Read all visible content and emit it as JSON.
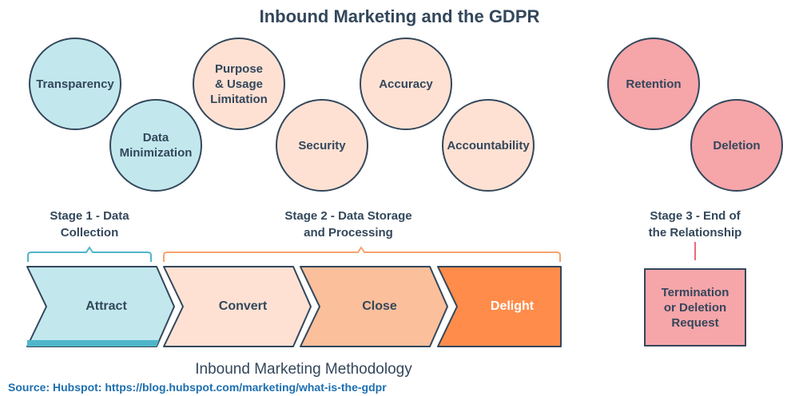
{
  "title": "Inbound Marketing and the GDPR",
  "principles": [
    {
      "label": "Transparency"
    },
    {
      "label": "Data\nMinimization"
    },
    {
      "label": "Purpose\n& Usage\nLimitation"
    },
    {
      "label": "Security"
    },
    {
      "label": "Accuracy"
    },
    {
      "label": "Accountability"
    },
    {
      "label": "Retention"
    },
    {
      "label": "Deletion"
    }
  ],
  "stages": [
    {
      "label": "Stage 1 - Data\nCollection"
    },
    {
      "label": "Stage 2 - Data Storage\nand Processing"
    },
    {
      "label": "Stage 3 - End of\nthe Relationship"
    }
  ],
  "methodology": {
    "steps": [
      "Attract",
      "Convert",
      "Close",
      "Delight"
    ],
    "caption": "Inbound Marketing Methodology"
  },
  "terminal_box": "Termination\nor Deletion\nRequest",
  "source": "Source: Hubspot: https://blog.hubspot.com/marketing/what-is-the-gdpr",
  "colors": {
    "stage1": "#c2e8ee",
    "stage2": "#fee1d3",
    "stage3": "#f6a5a9",
    "close": "#fbbf9b",
    "delight": "#ff8c4a",
    "outline": "#33475b",
    "bracket_blue": "#4fb6c9",
    "bracket_orange": "#f5a36f"
  }
}
